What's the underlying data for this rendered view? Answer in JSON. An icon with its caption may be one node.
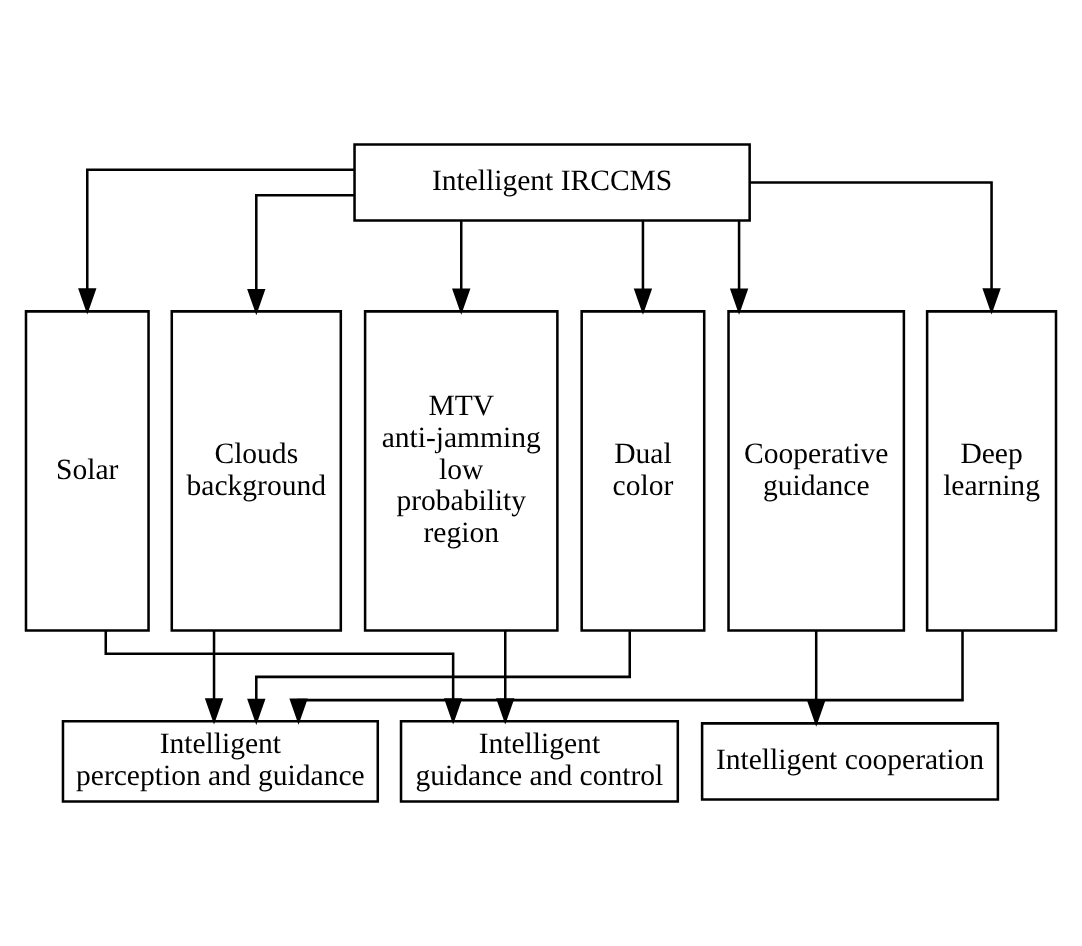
{
  "diagram": {
    "nodes": [
      {
        "text": [
          "Intelligent IRCCMS"
        ]
      },
      {
        "text": [
          "Solar"
        ]
      },
      {
        "text": [
          "Clouds background"
        ]
      },
      {
        "text": [
          "MTV anti-jamming low probability region"
        ]
      },
      {
        "text": [
          "Dual color"
        ]
      },
      {
        "text": [
          "Cooperative guidance"
        ]
      },
      {
        "text": [
          "Deep learning"
        ]
      },
      {
        "text": [
          "Intelligent perception and guidance"
        ]
      },
      {
        "text": [
          "Intelligent guidance and control"
        ]
      },
      {
        "text": [
          "Intelligent cooperation"
        ]
      }
    ],
    "edges": [
      {
        "from": 0,
        "to": 1,
        "arrow": "to"
      },
      {
        "from": 0,
        "to": 2,
        "arrow": "to"
      },
      {
        "from": 0,
        "to": 3,
        "arrow": "to"
      },
      {
        "from": 0,
        "to": 4,
        "arrow": "to"
      },
      {
        "from": 0,
        "to": 5,
        "arrow": "to"
      },
      {
        "from": 0,
        "to": 6,
        "arrow": "to"
      },
      {
        "from": 1,
        "to": 8,
        "arrow": "to"
      },
      {
        "from": 2,
        "to": 7,
        "arrow": "to"
      },
      {
        "from": 3,
        "to": 8,
        "arrow": "to"
      },
      {
        "from": 4,
        "to": 7,
        "arrow": "to"
      },
      {
        "from": 5,
        "to": 9,
        "arrow": "to"
      },
      {
        "from": 6,
        "to": 7,
        "arrow": "to"
      }
    ]
  }
}
